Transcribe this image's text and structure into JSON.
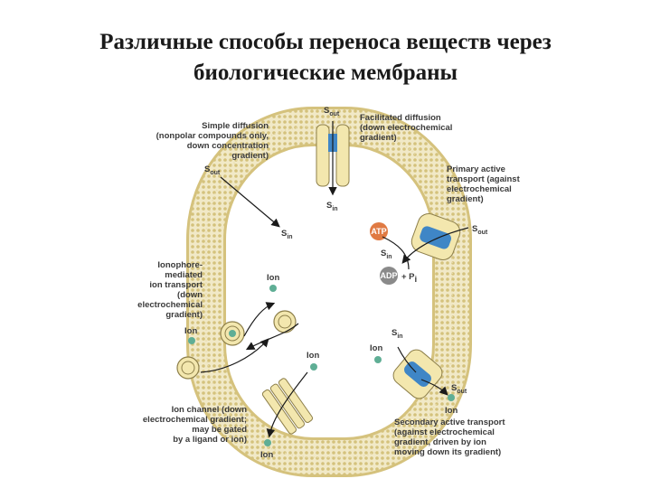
{
  "title": {
    "line1": "Различные способы переноса веществ через",
    "line2": "биологические мембраны"
  },
  "diagram": {
    "simple_diffusion": [
      "Simple diffusion",
      "(nonpolar compounds only,",
      "down concentration",
      "gradient)"
    ],
    "facilitated_diffusion": [
      "Facilitated diffusion",
      "(down electrochemical",
      "gradient)"
    ],
    "primary_active": [
      "Primary active",
      "transport (against",
      "electrochemical",
      "gradient)"
    ],
    "ionophore": [
      "Ionophore-",
      "mediated",
      "ion transport",
      "(down",
      "electrochemical",
      "gradient)"
    ],
    "ion_channel": [
      "Ion channel (down",
      "electrochemical gradient;",
      "may be gated",
      "by a ligand or ion)"
    ],
    "secondary_active": [
      "Secondary active transport",
      "(against electrochemical",
      "gradient, driven by ion",
      "moving down its gradient)"
    ],
    "s_letter": "S",
    "sub_out": "out",
    "sub_in": "in",
    "atp": "ATP",
    "adp": "ADP",
    "plus_pi": "+ P",
    "pi_sub": "i",
    "ion": "Ion"
  },
  "colors": {
    "membrane": "#e9dfb3",
    "lipid_head": "#d7c682",
    "protein": "#f3e7ae",
    "channel_blue": "#3f86c6",
    "ion": "#5fae95",
    "atp": "#e07a43",
    "adp": "#8a8a8a"
  }
}
